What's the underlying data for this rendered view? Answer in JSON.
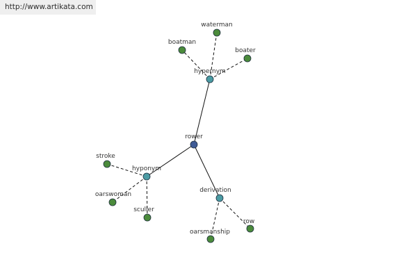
{
  "banner": {
    "url": "http://www.artikata.com"
  },
  "colors": {
    "center": "#3f5b96",
    "relation": "#4b9ba3",
    "leaf": "#4b8b3b",
    "stroke": "#1f2f3f"
  },
  "graph": {
    "nodes": [
      {
        "id": "rower",
        "label": "rower",
        "kind": "center"
      },
      {
        "id": "hypernym",
        "label": "hypernym",
        "kind": "relation"
      },
      {
        "id": "hyponym",
        "label": "hyponym",
        "kind": "relation"
      },
      {
        "id": "derivation",
        "label": "derivation",
        "kind": "relation"
      },
      {
        "id": "waterman",
        "label": "waterman",
        "kind": "leaf"
      },
      {
        "id": "boatman",
        "label": "boatman",
        "kind": "leaf"
      },
      {
        "id": "boater",
        "label": "boater",
        "kind": "leaf"
      },
      {
        "id": "stroke",
        "label": "stroke",
        "kind": "leaf"
      },
      {
        "id": "oarswoman",
        "label": "oarswoman",
        "kind": "leaf"
      },
      {
        "id": "sculler",
        "label": "sculler",
        "kind": "leaf"
      },
      {
        "id": "oarsmanship",
        "label": "oarsmanship",
        "kind": "leaf"
      },
      {
        "id": "row",
        "label": "row",
        "kind": "leaf"
      }
    ],
    "edges": [
      {
        "from": "rower",
        "to": "hypernym",
        "style": "solid"
      },
      {
        "from": "rower",
        "to": "hyponym",
        "style": "solid"
      },
      {
        "from": "rower",
        "to": "derivation",
        "style": "solid"
      },
      {
        "from": "hypernym",
        "to": "waterman",
        "style": "dashed"
      },
      {
        "from": "hypernym",
        "to": "boatman",
        "style": "dashed"
      },
      {
        "from": "hypernym",
        "to": "boater",
        "style": "dashed"
      },
      {
        "from": "hyponym",
        "to": "stroke",
        "style": "dashed"
      },
      {
        "from": "hyponym",
        "to": "oarswoman",
        "style": "dashed"
      },
      {
        "from": "hyponym",
        "to": "sculler",
        "style": "dashed"
      },
      {
        "from": "derivation",
        "to": "oarsmanship",
        "style": "dashed"
      },
      {
        "from": "derivation",
        "to": "row",
        "style": "dashed"
      }
    ]
  }
}
